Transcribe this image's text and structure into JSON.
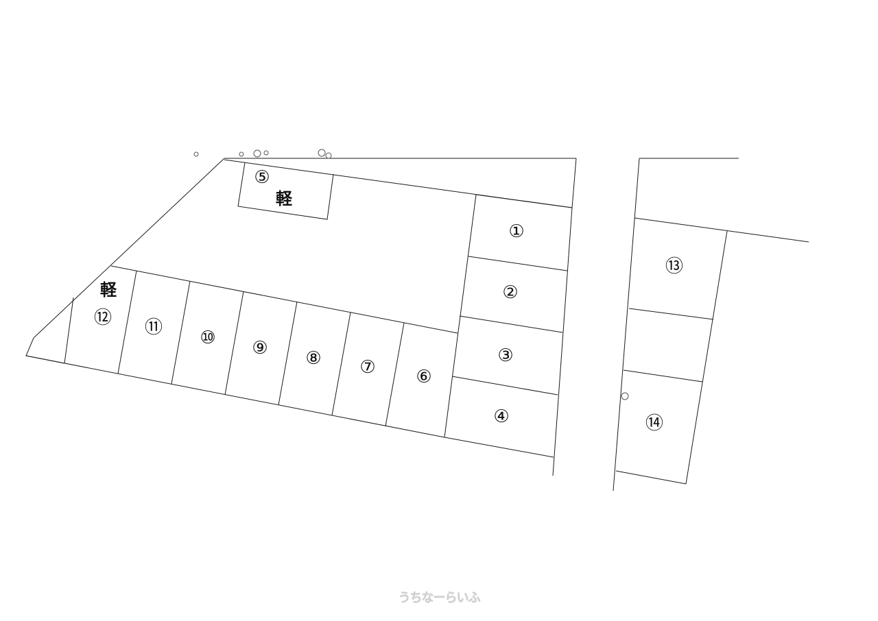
{
  "spaces": [
    {
      "id": "1",
      "label": "①"
    },
    {
      "id": "2",
      "label": "②"
    },
    {
      "id": "3",
      "label": "③"
    },
    {
      "id": "4",
      "label": "④"
    },
    {
      "id": "5",
      "label": "⑤",
      "kei": "軽"
    },
    {
      "id": "6",
      "label": "⑥"
    },
    {
      "id": "7",
      "label": "⑦"
    },
    {
      "id": "8",
      "label": "⑧"
    },
    {
      "id": "9",
      "label": "⑨"
    },
    {
      "id": "10",
      "label": "⑩"
    },
    {
      "id": "11",
      "label": "⑪"
    },
    {
      "id": "12",
      "label": "⑫",
      "kei": "軽"
    },
    {
      "id": "13",
      "label": "⑬"
    },
    {
      "id": "14",
      "label": "⑭"
    }
  ],
  "watermark": "うちなーらいふ"
}
